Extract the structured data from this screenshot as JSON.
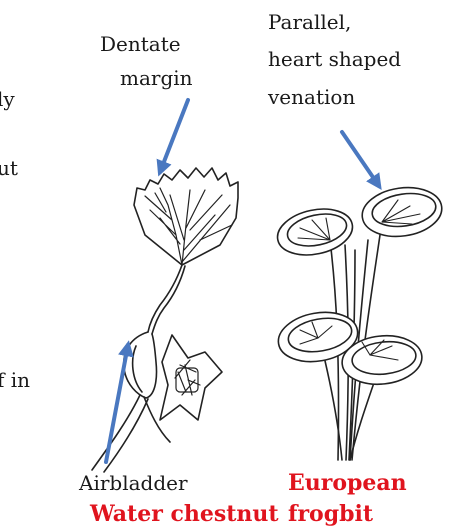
{
  "labels": {
    "dentate": [
      "Dentate",
      "margin"
    ],
    "parallel": [
      "Parallel,",
      "heart shaped",
      "venation"
    ],
    "airbladder": "Airbladder",
    "left_fragments": [
      "ly",
      "ut",
      "f in"
    ]
  },
  "species": {
    "water_chestnut": "Water chestnut",
    "european_frogbit": [
      "European",
      "frogbit"
    ]
  },
  "colors": {
    "arrow": "#4a78c0",
    "species_label": "#e0141e",
    "line_art": "#222222"
  }
}
